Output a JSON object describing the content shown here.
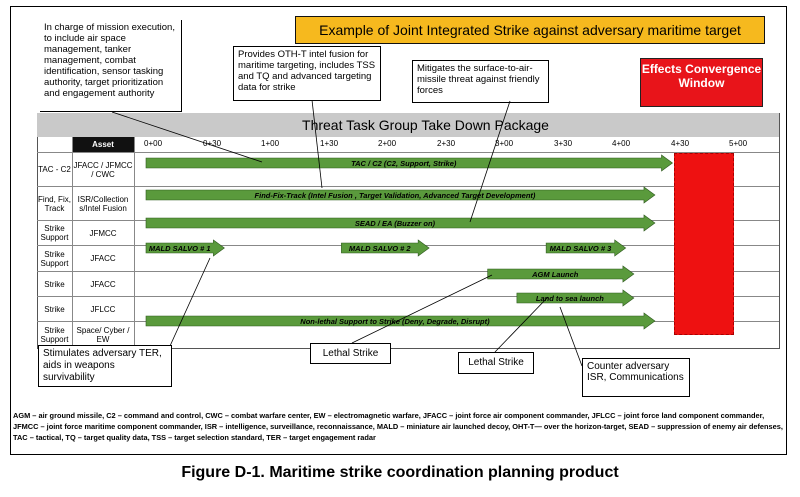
{
  "banner": {
    "title": "Example of Joint Integrated Strike against adversary maritime target"
  },
  "callouts": {
    "mission_execution": "In charge of mission execution, to include air space management, tanker management, combat identification, sensor tasking authority, target prioritization and engagement authority",
    "oth_t": "Provides OTH-T intel fusion for maritime targeting, includes TSS and TQ and advanced targeting data for strike",
    "sam_threat": "Mitigates the surface-to-air-missile threat against friendly forces",
    "adversary_ter": "Stimulates adversary TER, aids in weapons survivability",
    "lethal_strike_1": "Lethal Strike",
    "lethal_strike_2": "Lethal Strike",
    "counter_isr": "Counter adversary ISR, Communications"
  },
  "effects_window": {
    "label": "Effects Convergence Window"
  },
  "table": {
    "title": "Threat Task Group Take Down Package",
    "asset_header": "Asset",
    "time_ticks": [
      "0+00",
      "0+30",
      "1+00",
      "1+30",
      "2+00",
      "2+30",
      "3+00",
      "3+30",
      "4+00",
      "4+30",
      "5+00"
    ],
    "rows": [
      {
        "label": "TAC - C2",
        "asset": "JFACC / JFMCC / CWC"
      },
      {
        "label": "Find, Fix, Track",
        "asset": "ISR/Collection s/Intel Fusion"
      },
      {
        "label": "Strike Support",
        "asset": "JFMCC"
      },
      {
        "label": "Strike Support",
        "asset": "JFACC"
      },
      {
        "label": "Strike",
        "asset": "JFACC"
      },
      {
        "label": "Strike",
        "asset": "JFLCC"
      },
      {
        "label": "Strike Support",
        "asset": "Space/ Cyber / EW"
      }
    ],
    "bars": [
      {
        "label": "TAC / C2 (C2, Support, Strike)",
        "row": 0,
        "start": 0.0,
        "end": 4.5
      },
      {
        "label": "Find-Fix-Track (Intel Fusion , Target Validation, Advanced Target Development)",
        "row": 1,
        "start": 0.0,
        "end": 4.35
      },
      {
        "label": "SEAD / EA (Buzzer on)",
        "row": 2,
        "start": 0.0,
        "end": 4.35
      },
      {
        "label": "MALD SALVO # 1",
        "row": 3,
        "start": 0.0,
        "end": 0.67
      },
      {
        "label": "MALD SALVO # 2",
        "row": 3,
        "start": 1.67,
        "end": 2.42
      },
      {
        "label": "MALD SALVO # 3",
        "row": 3,
        "start": 3.42,
        "end": 4.1
      },
      {
        "label": "AGM Launch",
        "row": 4,
        "start": 2.92,
        "end": 4.17
      },
      {
        "label": "Land to sea launch",
        "row": 5,
        "start": 3.17,
        "end": 4.17
      },
      {
        "label": "Non-lethal Support to Strike (Deny, Degrade, Disrupt)",
        "row": 6,
        "start": 0.0,
        "end": 4.35
      }
    ]
  },
  "abbreviations": "AGM – air ground missile, C2 – command and control, CWC – combat warfare center, EW – electromagnetic warfare, JFACC – joint force air component commander, JFLCC – joint force land component commander, JFMCC – joint force maritime component commander, ISR – intelligence, surveillance, reconnaissance, MALD – miniature air launched decoy, OHT-T— over the horizon-target, SEAD – suppression of enemy air defenses, TAC – tactical, TQ – target quality data, TSS – target selection standard, TER – target engagement radar",
  "caption": "Figure D-1. Maritime strike coordination planning product",
  "colors": {
    "banner": "#f6b91e",
    "effects_window": "#e8141a",
    "bar": "#5a9a3c",
    "table_header": "#c9c9c9"
  }
}
